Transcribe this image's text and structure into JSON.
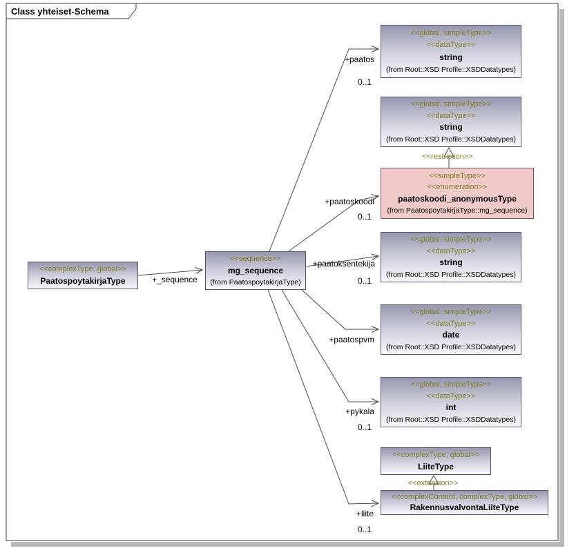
{
  "frame": {
    "title": "Class yhteiset-Schema"
  },
  "colors": {
    "stereotype_text": "#7f7f23",
    "node_gradient_top": "#9597b0",
    "node_gradient_bottom": "#fafafd",
    "enum_fill": "#f2caca",
    "line": "#4a4a4a",
    "shadow": "#b9b9b9"
  },
  "nodes": {
    "paatospoytakirja": {
      "stereotype1": "<<complexType, global>>",
      "name": "PaatospoytakirjaType"
    },
    "mg_sequence": {
      "stereotype1": "<<sequence>>",
      "name": "mg_sequence",
      "from": "(from PaatospoytakirjaType)"
    },
    "string_paatos": {
      "stereotype1": "<<global, simpleType>>",
      "stereotype2": "<<dataType>>",
      "name": "string",
      "from": "(from Root::XSD Profile::XSDDatatypes)"
    },
    "string_base": {
      "stereotype1": "<<global, simpleType>>",
      "stereotype2": "<<dataType>>",
      "name": "string",
      "from": "(from Root::XSD Profile::XSDDatatypes)"
    },
    "paatoskoodi_anonymous": {
      "stereotype1": "<<simpleType>>",
      "stereotype2": "<<enumeration>>",
      "name": "paatoskoodi_anonymousType",
      "from": "(from PaatospoytakirjaType::mg_sequence)"
    },
    "string_paatoksentekija": {
      "stereotype1": "<<global, simpleType>>",
      "stereotype2": "<<dataType>>",
      "name": "string",
      "from": "(from Root::XSD Profile::XSDDatatypes)"
    },
    "date": {
      "stereotype1": "<<global, simpleType>>",
      "stereotype2": "<<dataType>>",
      "name": "date",
      "from": "(from Root::XSD Profile::XSDDatatypes)"
    },
    "int": {
      "stereotype1": "<<global, simpleType>>",
      "stereotype2": "<<dataType>>",
      "name": "int",
      "from": "(from Root::XSD Profile::XSDDatatypes)"
    },
    "liitetype": {
      "stereotype1": "<<complexType, global>>",
      "name": "LiiteType"
    },
    "rakennusvalvonta": {
      "stereotype1": "<<complexContent, complexType, global>>",
      "name": "RakennusvalvontaLiiteType"
    }
  },
  "edges": {
    "sequence": {
      "label": "+_sequence"
    },
    "paatos": {
      "label": "+paatos",
      "multiplicity": "0..1"
    },
    "paatoskoodi": {
      "label": "+paatoskoodi",
      "multiplicity": "0..1"
    },
    "paatoksentekija": {
      "label": "+paatoksentekija",
      "multiplicity": "0..1"
    },
    "paatospvm": {
      "label": "+paatospvm"
    },
    "pykala": {
      "label": "+pykala",
      "multiplicity": "0..1"
    },
    "liite": {
      "label": "+liite",
      "multiplicity": "0..1"
    },
    "restriction": {
      "label": "<<restriction>>"
    },
    "extension": {
      "label": "<<extension>>"
    }
  }
}
